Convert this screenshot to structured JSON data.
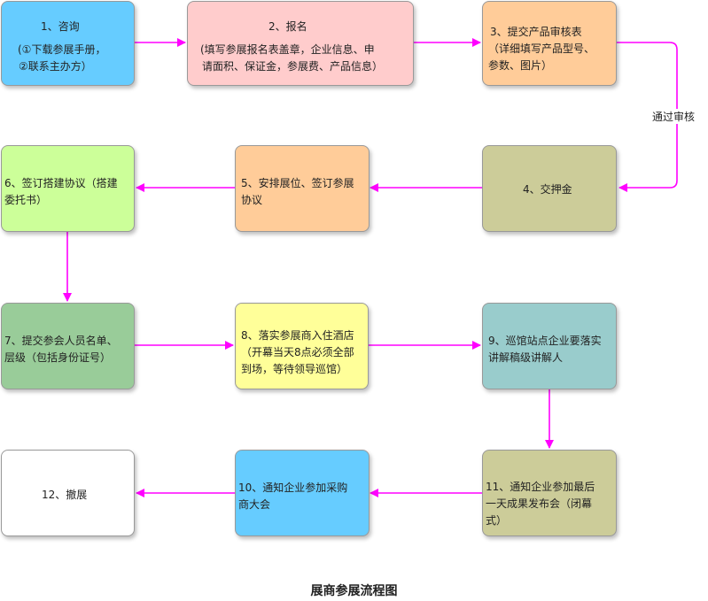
{
  "title": "展商参展流程图",
  "colors": {
    "arrow": "#ff00ff",
    "blue": "#66ccff",
    "pink": "#ffcccc",
    "peach": "#ffcc99",
    "olive": "#cccc99",
    "lime": "#ccff99",
    "green": "#99cc99",
    "yellow": "#ffff99",
    "teal": "#99cccc",
    "white": "#ffffff"
  },
  "nodes": [
    {
      "id": "n1",
      "color": "blue",
      "lines": [
        "1、咨询",
        "(①下载参展手册，",
        "②联系主办方）"
      ]
    },
    {
      "id": "n2",
      "color": "pink",
      "lines": [
        "2、报名",
        "(填写参展报名表盖章，企业信息、申",
        "请面积、保证金，参展费、产品信息）"
      ]
    },
    {
      "id": "n3",
      "color": "peach",
      "lines": [
        "3、提交产品审核表",
        "（详细填写产品型号、",
        "参数、图片）"
      ]
    },
    {
      "id": "n4",
      "color": "olive",
      "lines": [
        "4、交押金"
      ]
    },
    {
      "id": "n5",
      "color": "peach",
      "lines": [
        "5、安排展位、签订参展",
        "协议"
      ]
    },
    {
      "id": "n6",
      "color": "lime",
      "lines": [
        "6、签订搭建协议（搭建",
        "委托书）"
      ]
    },
    {
      "id": "n7",
      "color": "green",
      "lines": [
        "7、提交参会人员名单、",
        "层级（包括身份证号）"
      ]
    },
    {
      "id": "n8",
      "color": "yellow",
      "lines": [
        "8、落实参展商入住酒店",
        "（开幕当天8点必须全部",
        "到场，等待领导巡馆）"
      ]
    },
    {
      "id": "n9",
      "color": "teal",
      "lines": [
        "9、巡馆站点企业要落实",
        "讲解稿级讲解人"
      ]
    },
    {
      "id": "n10",
      "color": "blue",
      "lines": [
        "10、通知企业参加采购",
        "商大会"
      ]
    },
    {
      "id": "n11",
      "color": "olive",
      "lines": [
        "11、通知企业参加最后",
        "一天成果发布会（闭幕",
        "式）"
      ]
    },
    {
      "id": "n12",
      "color": "white",
      "lines": [
        "12、撤展"
      ]
    }
  ],
  "edge_label": "通过审核"
}
